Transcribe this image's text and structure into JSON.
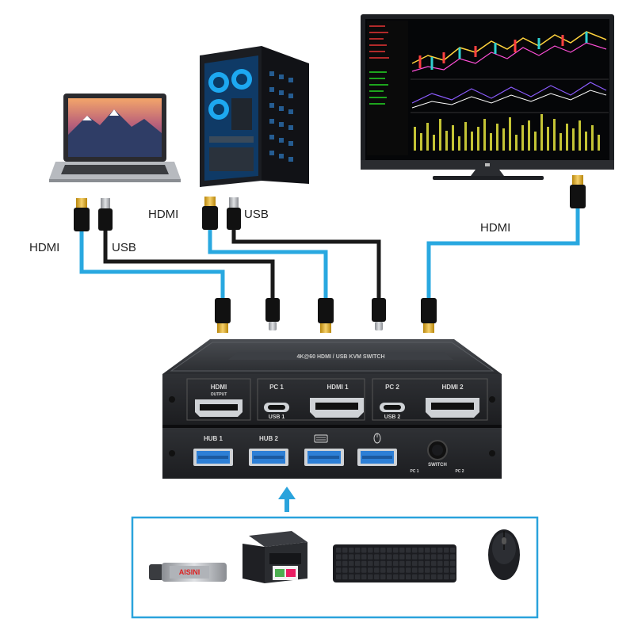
{
  "labels": {
    "laptop_hdmi": "HDMI",
    "laptop_usb": "USB",
    "pc_hdmi": "HDMI",
    "pc_usb": "USB",
    "monitor_hdmi": "HDMI"
  },
  "switch_box": {
    "brand_text": "4K@60 HDMI / USB KVM SWITCH",
    "top_ports": {
      "hdmi_output": "HDMI",
      "hdmi_output_sub": "OUTPUT",
      "pc1": "PC 1",
      "hdmi1": "HDMI 1",
      "usb1": "USB 1",
      "pc2": "PC 2",
      "hdmi2": "HDMI 2",
      "usb2": "USB 2"
    },
    "bottom_ports": {
      "hub1": "HUB 1",
      "hub2": "HUB 2",
      "switch": "SWITCH",
      "pc1": "PC 1",
      "pc2": "PC 2"
    }
  },
  "usb_stick_label": "AISINI",
  "colors": {
    "cable_blue": "#29a8e0",
    "cable_black": "#1a1a1a",
    "usb_port_blue": "#2d7fd6",
    "frame_blue": "#2aa3dc",
    "box_dark": "#2b2d30"
  }
}
